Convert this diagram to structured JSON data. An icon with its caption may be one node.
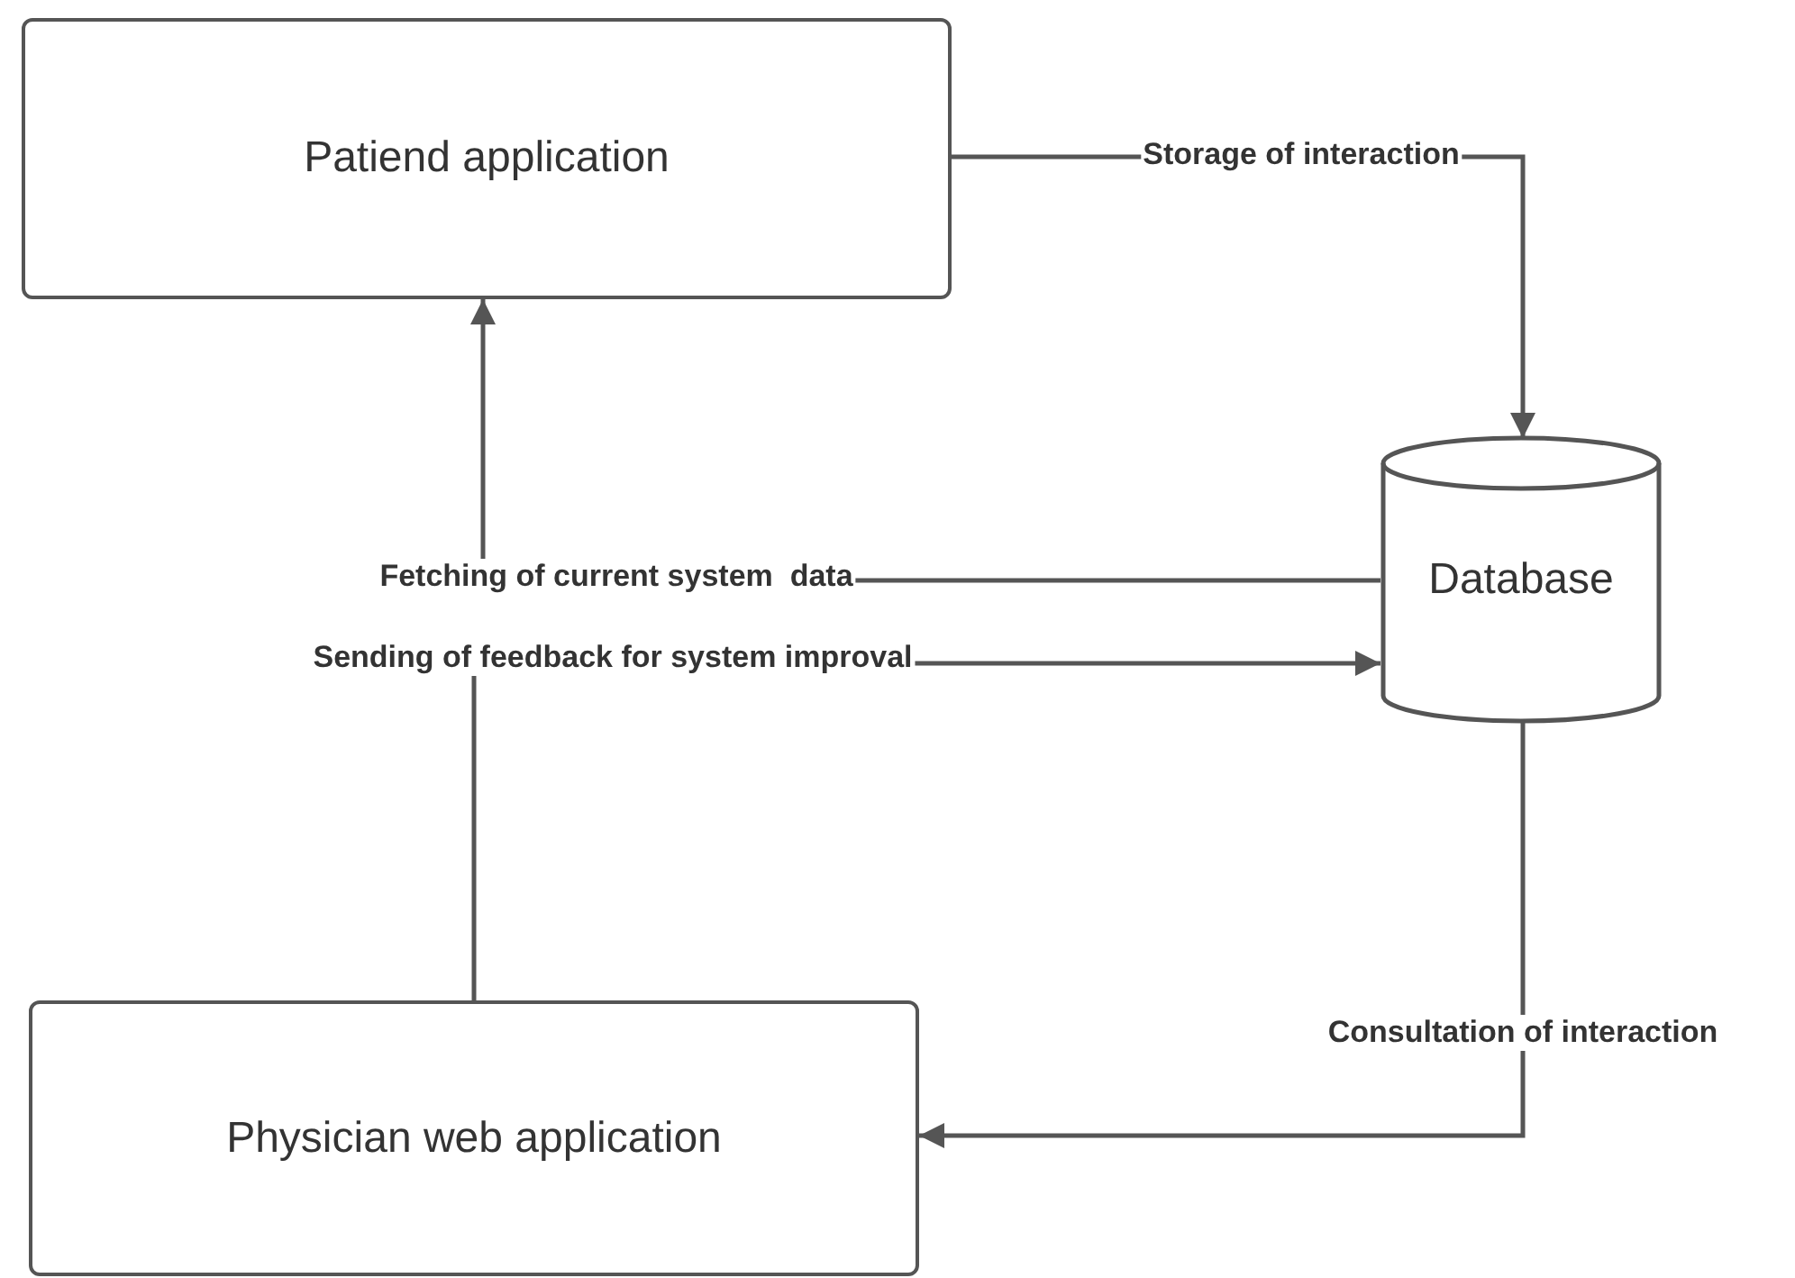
{
  "diagram": {
    "nodes": [
      {
        "text": [
          "Patiend application"
        ]
      },
      {
        "text": [
          "Database"
        ]
      },
      {
        "text": [
          "Physician web application"
        ]
      }
    ],
    "edges": [
      {
        "from": 0,
        "to": 1,
        "arrow": "to",
        "label": "Storage of interaction"
      },
      {
        "from": 1,
        "to": 0,
        "arrow": "to",
        "label": "Fetching of current system  data"
      },
      {
        "from": 2,
        "to": 1,
        "arrow": "to",
        "label": "Sending of feedback for system improval"
      },
      {
        "from": 1,
        "to": 2,
        "arrow": "to",
        "label": "Consultation of interaction"
      }
    ]
  }
}
